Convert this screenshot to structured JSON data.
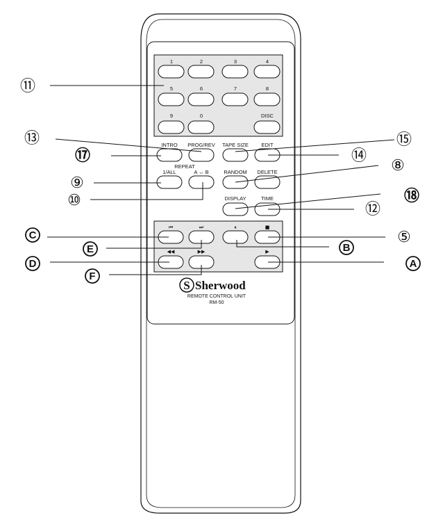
{
  "keypad": {
    "row1": [
      "1",
      "2",
      "3",
      "4"
    ],
    "row2": [
      "5",
      "6",
      "7",
      "8"
    ],
    "row3": [
      "9",
      "0",
      "DISC"
    ]
  },
  "function_labels": {
    "intro": "INTRO",
    "prog_rev": "PROG/REV",
    "tape_size": "TAPE SIZE",
    "edit": "EDIT",
    "repeat": "REPEAT",
    "one_all": "1/ALL",
    "a_b": "A ↔ B",
    "random": "RANDOM",
    "delete": "DELETE",
    "display": "DISPLAY",
    "time": "TIME"
  },
  "transport_symbols": {
    "prev": "⏮",
    "next": "⏭",
    "pause": "⏸",
    "stop": "■",
    "rew": "◀◀",
    "ffwd": "▶▶",
    "play": "▶"
  },
  "callouts": {
    "c11": "⑪",
    "c13": "⑬",
    "c15": "⑮",
    "c17": "⑰",
    "c14": "⑭",
    "c9": "⑨",
    "c8": "⑧",
    "c10": "⑩",
    "c18": "⑱",
    "c12": "⑫",
    "c5": "⑤",
    "cC": "C",
    "cE": "E",
    "cB": "B",
    "cD": "D",
    "cF": "F",
    "cA": "A"
  },
  "brand": {
    "logo_letter": "S",
    "name": "Sherwood",
    "line1": "REMOTE CONTROL UNIT",
    "line2": "RM-50"
  }
}
